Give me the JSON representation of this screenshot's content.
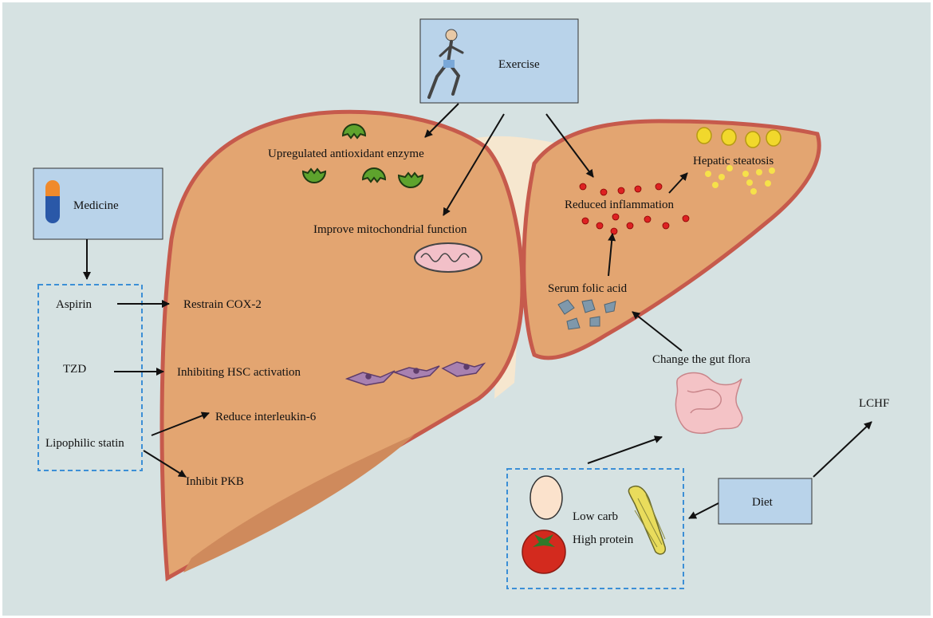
{
  "exercise": {
    "label": "Exercise"
  },
  "medicine": {
    "label": "Medicine"
  },
  "diet": {
    "label": "Diet"
  },
  "drugs": {
    "aspirin": "Aspirin",
    "tzd": "TZD",
    "statin": "Lipophilic statin"
  },
  "effects": {
    "antioxidant": "Upregulated antioxidant enzyme",
    "mitochondrial": "Improve mitochondrial function",
    "cox2": "Restrain COX-2",
    "hsc": "Inhibiting HSC activation",
    "il6": "Reduce interleukin-6",
    "pkb": "Inhibit PKB",
    "inflammation": "Reduced inflammation",
    "steatosis": "Hepatic steatosis",
    "folic": "Serum folic acid",
    "gut": "Change the gut flora",
    "low_carb": "Low carb",
    "high_protein": "High protein",
    "lchf": "LCHF"
  },
  "colors": {
    "background": "#d6e2e2",
    "liver": "#e3a571",
    "liver_outline": "#c65a4c",
    "box_fill": "#b9d3ea",
    "dashed": "#3c8fd6"
  }
}
